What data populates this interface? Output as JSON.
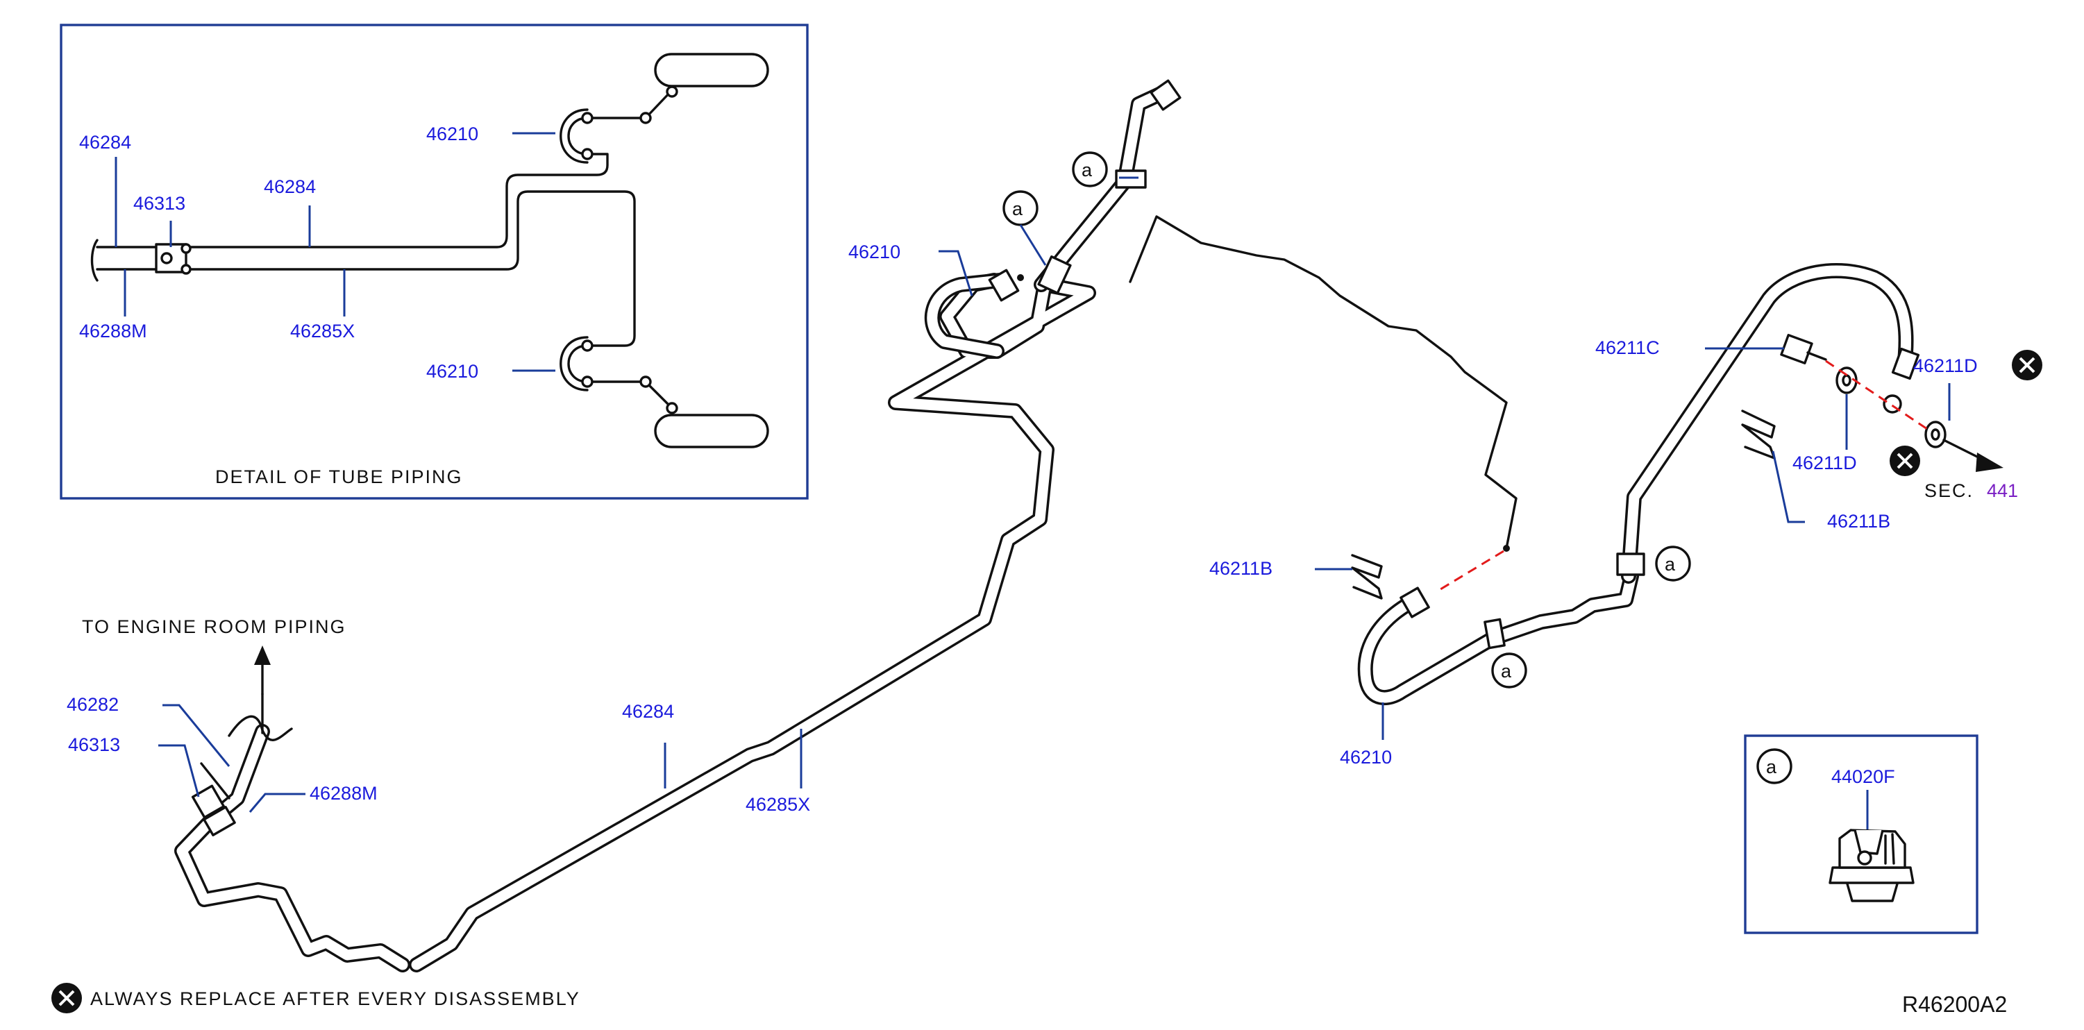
{
  "diagram_id": "R46200A2",
  "notes": {
    "replace_text": "ALWAYS REPLACE AFTER EVERY DISASSEMBLY",
    "engine_room": "TO ENGINE ROOM PIPING",
    "section_prefix": "SEC.",
    "section_number": "441"
  },
  "detail_tube": {
    "caption": "DETAIL OF TUBE PIPING",
    "labels": {
      "tube_main_upper": "46284",
      "tube_left": "46284",
      "connector": "46313",
      "hose_bottom": "46288M",
      "tube_main_lower": "46285X",
      "hose_top": "46210",
      "hose_bottom_right": "46210"
    }
  },
  "main_labels": {
    "hose_center": "46210",
    "tube_upper": "46284",
    "tube_lower": "46285X",
    "hose_left_top": "46282",
    "connector_left": "46313",
    "hose_left": "46288M",
    "clip_center": "46211B",
    "hose_lower_right": "46210",
    "bolt": "46211C",
    "washer_right": "46211D",
    "washer_left": "46211D",
    "clip_right": "46211B"
  },
  "clip_marker": "a",
  "detail_clip": {
    "marker": "a",
    "part": "44020F"
  },
  "colors": {
    "part_number": "#1a1adc",
    "frame": "#1f3c94",
    "dash_line": "#e21b1b",
    "section_number": "#7a1fc4"
  }
}
